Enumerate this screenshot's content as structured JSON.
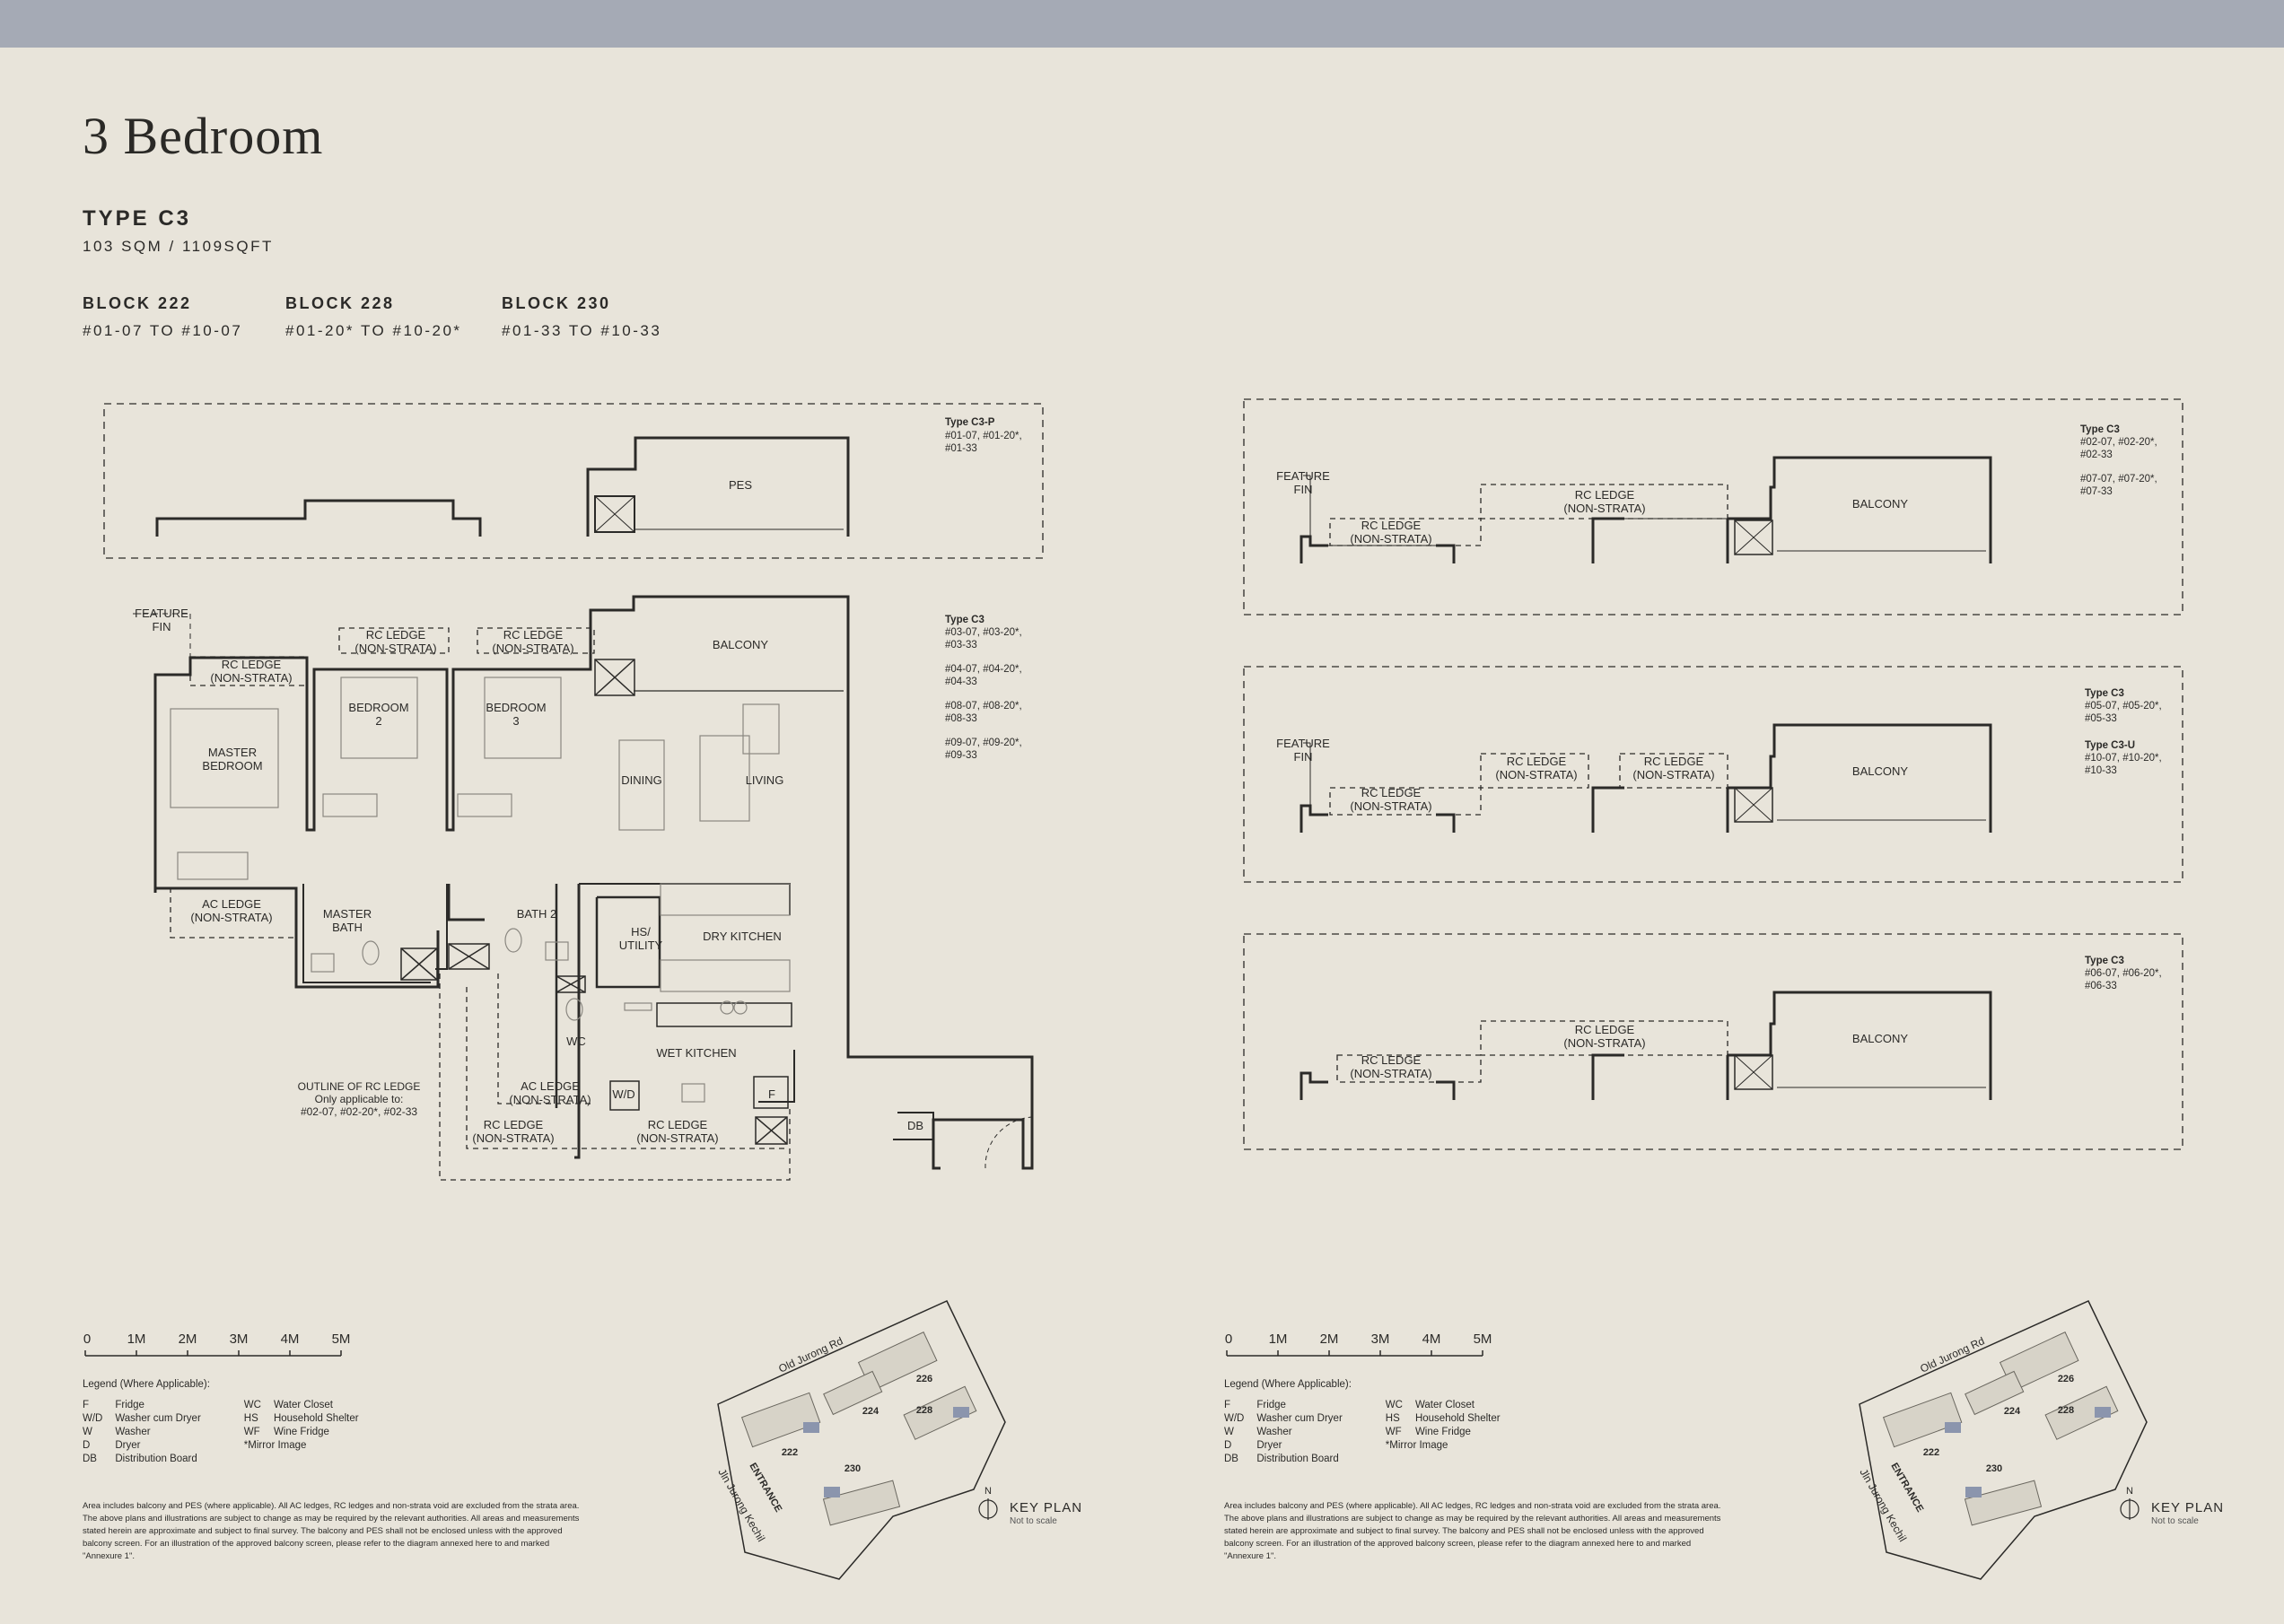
{
  "header": {
    "title": "3 Bedroom",
    "type": "TYPE C3",
    "area": "103 SQM / 1109SQFT"
  },
  "blocks": [
    {
      "name": "BLOCK 222",
      "units": "#01-07 TO #10-07"
    },
    {
      "name": "BLOCK 228",
      "units": "#01-20* TO #10-20*"
    },
    {
      "name": "BLOCK 230",
      "units": "#01-33 TO #10-33"
    }
  ],
  "rooms": {
    "master_bedroom": "MASTER BEDROOM",
    "bedroom2": "BEDROOM 2",
    "bedroom3": "BEDROOM 3",
    "dining": "DINING",
    "living": "LIVING",
    "balcony": "BALCONY",
    "pes": "PES",
    "master_bath": "MASTER BATH",
    "bath2": "BATH 2",
    "hs_utility": "HS/ UTILITY",
    "dry_kitchen": "DRY KITCHEN",
    "wet_kitchen": "WET KITCHEN",
    "wc": "WC",
    "wd": "W/D",
    "f": "F",
    "db": "DB",
    "feature_fin": "FEATURE FIN",
    "rc_ledge": "RC LEDGE",
    "non_strata": "(NON-STRATA)",
    "ac_ledge": "AC LEDGE",
    "outline_note": [
      "OUTLINE OF RC LEDGE",
      "Only applicable to:",
      "#02-07, #02-20*, #02-33"
    ]
  },
  "unit_labels": {
    "c3p": {
      "title": "Type C3-P",
      "lines": [
        "#01-07, #01-20*,",
        "#01-33"
      ]
    },
    "c3_main": {
      "title": "Type C3",
      "lines": [
        "#03-07, #03-20*,",
        "#03-33",
        "",
        "#04-07, #04-20*,",
        "#04-33",
        "",
        "#08-07, #08-20*,",
        "#08-33",
        "",
        "#09-07, #09-20*,",
        "#09-33"
      ]
    },
    "right1": {
      "title": "Type C3",
      "lines": [
        "#02-07, #02-20*,",
        "#02-33",
        "",
        "#07-07, #07-20*,",
        "#07-33"
      ]
    },
    "right2a": {
      "title": "Type C3",
      "lines": [
        "#05-07, #05-20*,",
        "#05-33"
      ]
    },
    "right2b": {
      "title": "Type C3-U",
      "lines": [
        "#10-07, #10-20*,",
        "#10-33"
      ]
    },
    "right3": {
      "title": "Type C3",
      "lines": [
        "#06-07, #06-20*,",
        "#06-33"
      ]
    }
  },
  "scale": {
    "ticks": [
      "0",
      "1M",
      "2M",
      "3M",
      "4M",
      "5M"
    ]
  },
  "legend": {
    "heading": "Legend (Where Applicable):",
    "left": [
      [
        "F",
        "Fridge"
      ],
      [
        "W/D",
        "Washer cum Dryer"
      ],
      [
        "W",
        "Washer"
      ],
      [
        "D",
        "Dryer"
      ],
      [
        "DB",
        "Distribution Board"
      ]
    ],
    "right": [
      [
        "WC",
        "Water Closet"
      ],
      [
        "HS",
        "Household Shelter"
      ],
      [
        "WF",
        "Wine Fridge"
      ],
      [
        "",
        "*Mirror Image"
      ]
    ]
  },
  "note": "Area includes balcony and PES (where applicable). All AC ledges, RC ledges and non-strata void are excluded from the strata area. The above plans and illustrations are subject to change as may be required by the relevant authorities. All areas and measurements stated herein are approximate and subject to final survey. The balcony and PES shall not be enclosed unless with the approved balcony screen. For an illustration of the approved balcony screen, please refer to the diagram annexed here to and marked \"Annexure 1\".",
  "keyplan": {
    "label": "KEY PLAN",
    "sub": "Not to scale",
    "north": "N",
    "roads": [
      "Old Jurong Rd",
      "Jln Jurong Kechil"
    ],
    "entrance": "ENTRANCE",
    "blocks": [
      "226",
      "224",
      "228",
      "222",
      "230"
    ]
  },
  "colors": {
    "background": "#e8e4da",
    "topbar": "#a5aab5",
    "line": "#2b2a28",
    "highlight": "#8b95ad"
  }
}
